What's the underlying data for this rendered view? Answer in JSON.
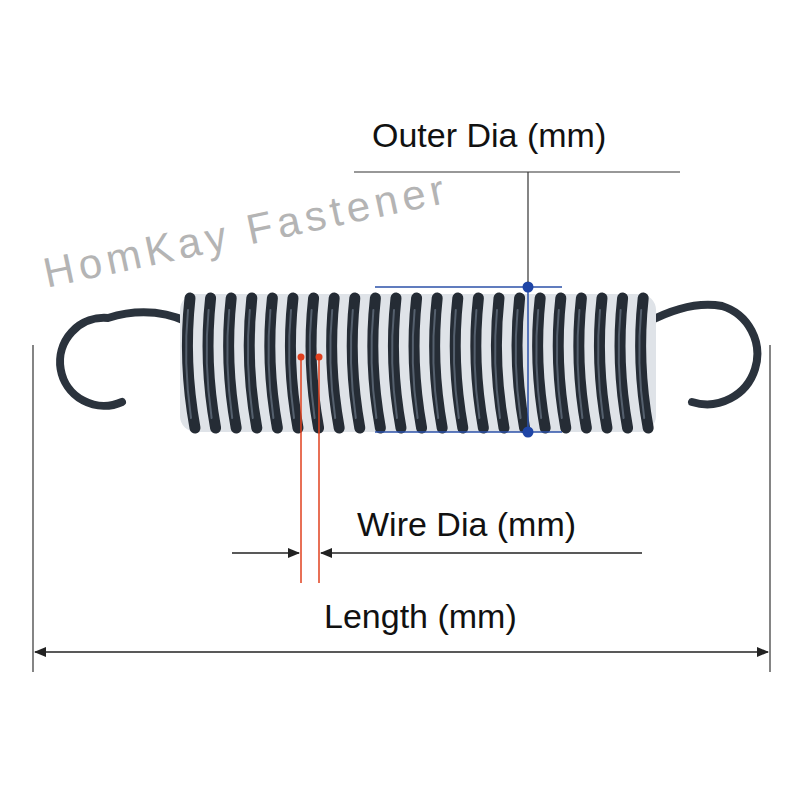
{
  "diagram": {
    "labels": [
      "HomKay Fastener",
      "Outer Dia (mm)",
      "Wire Dia (mm)",
      "Length (mm)"
    ]
  }
}
